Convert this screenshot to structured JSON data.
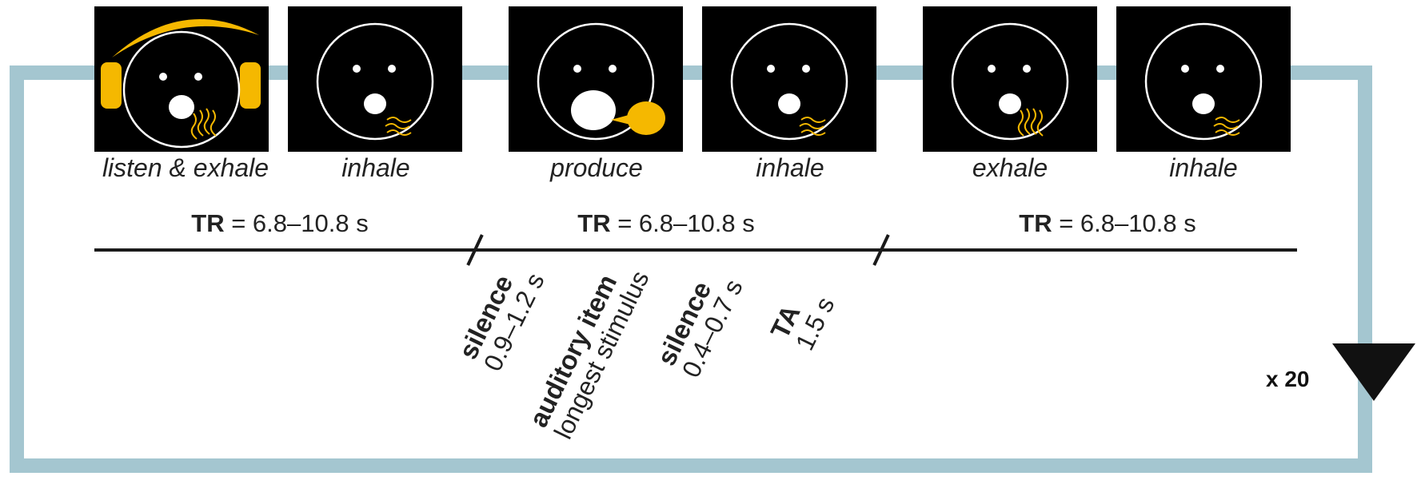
{
  "panels": [
    {
      "caption": "listen & exhale",
      "icon": "face-headphones-exhale-icon"
    },
    {
      "caption": "inhale",
      "icon": "face-inhale-icon"
    },
    {
      "caption": "produce",
      "icon": "face-produce-speech-icon"
    },
    {
      "caption": "inhale",
      "icon": "face-inhale-icon"
    },
    {
      "caption": "exhale",
      "icon": "face-exhale-icon"
    },
    {
      "caption": "inhale",
      "icon": "face-inhale-icon"
    }
  ],
  "tr_blocks": [
    {
      "label": "TR",
      "value": " = 6.8–10.8 s"
    },
    {
      "label": "TR",
      "value": " = 6.8–10.8 s"
    },
    {
      "label": "TR",
      "value": " = 6.8–10.8 s"
    }
  ],
  "phases": [
    {
      "title": "silence",
      "detail": "0.9–1.2 s"
    },
    {
      "title": "auditory item",
      "detail": "longest stimulus"
    },
    {
      "title": "silence",
      "detail": "0.4–0.7 s"
    },
    {
      "title": "TA",
      "detail": "1.5 s"
    }
  ],
  "repeat": "x 20",
  "colors": {
    "loop": "#a4c6d0",
    "accent": "#f5b800",
    "panel": "#000000"
  }
}
